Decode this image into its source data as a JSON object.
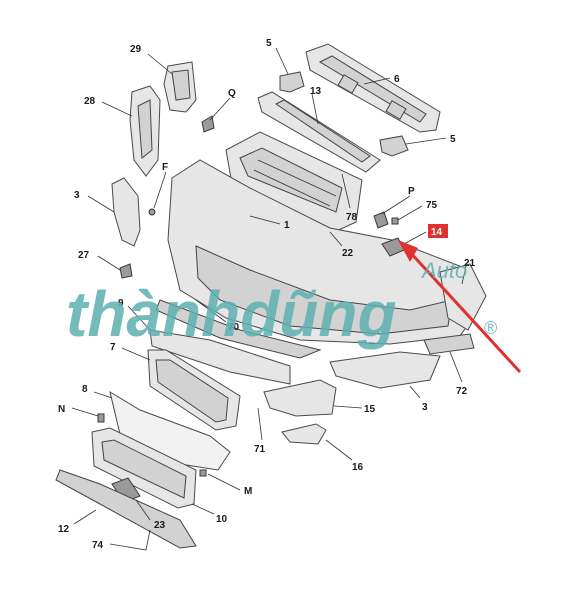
{
  "diagram": {
    "highlight_color": "#e03030",
    "watermark_color": "#5fb0b0",
    "callouts": [
      {
        "id": "29",
        "text": "29"
      },
      {
        "id": "5a",
        "text": "5"
      },
      {
        "id": "28",
        "text": "28"
      },
      {
        "id": "Q",
        "text": "Q"
      },
      {
        "id": "13",
        "text": "13"
      },
      {
        "id": "6",
        "text": "6"
      },
      {
        "id": "5b",
        "text": "5"
      },
      {
        "id": "F",
        "text": "F"
      },
      {
        "id": "3a",
        "text": "3"
      },
      {
        "id": "P",
        "text": "P"
      },
      {
        "id": "75",
        "text": "75"
      },
      {
        "id": "78",
        "text": "78"
      },
      {
        "id": "1",
        "text": "1"
      },
      {
        "id": "14",
        "text": "14"
      },
      {
        "id": "22",
        "text": "22"
      },
      {
        "id": "27",
        "text": "27"
      },
      {
        "id": "21",
        "text": "21"
      },
      {
        "id": "70",
        "text": "70"
      },
      {
        "id": "9",
        "text": "9"
      },
      {
        "id": "7",
        "text": "7"
      },
      {
        "id": "72",
        "text": "72"
      },
      {
        "id": "8",
        "text": "8"
      },
      {
        "id": "N",
        "text": "N"
      },
      {
        "id": "15",
        "text": "15"
      },
      {
        "id": "3b",
        "text": "3"
      },
      {
        "id": "71",
        "text": "71"
      },
      {
        "id": "16",
        "text": "16"
      },
      {
        "id": "M",
        "text": "M"
      },
      {
        "id": "10",
        "text": "10"
      },
      {
        "id": "23",
        "text": "23"
      },
      {
        "id": "12",
        "text": "12"
      },
      {
        "id": "74",
        "text": "74"
      }
    ],
    "watermark": {
      "main": "thànhdũng",
      "accent": "Auto",
      "mark": "®"
    }
  }
}
